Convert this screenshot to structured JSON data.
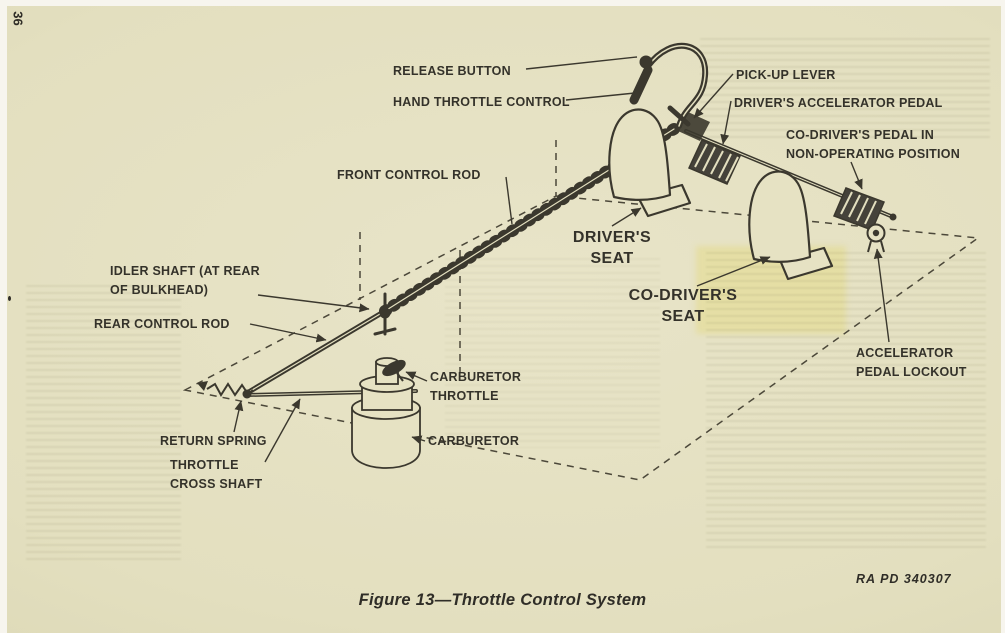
{
  "page": {
    "number": "36",
    "plate": "RA PD 340307",
    "caption": "Figure 13—Throttle Control System"
  },
  "labels": {
    "release_button": "RELEASE BUTTON",
    "hand_throttle_control": "HAND THROTTLE CONTROL",
    "pick_up_lever": "PICK-UP LEVER",
    "drivers_accelerator_pedal": "DRIVER'S ACCELERATOR PEDAL",
    "co_drivers_pedal": "CO-DRIVER'S PEDAL IN\nNON-OPERATING POSITION",
    "front_control_rod": "FRONT CONTROL ROD",
    "drivers_seat": "DRIVER'S\nSEAT",
    "co_drivers_seat": "CO-DRIVER'S\nSEAT",
    "idler_shaft": "IDLER SHAFT (AT REAR\nOF BULKHEAD)",
    "rear_control_rod": "REAR CONTROL ROD",
    "carburetor_throttle": "CARBURETOR\nTHROTTLE",
    "carburetor": "CARBURETOR",
    "return_spring": "RETURN SPRING",
    "throttle_cross_shaft": "THROTTLE\nCROSS SHAFT",
    "accelerator_pedal_lockout": "ACCELERATOR\nPEDAL LOCKOUT"
  },
  "colors": {
    "paper": "#e3dfbf",
    "ink": "#3b382e",
    "bleed_highlight": "#e2d454"
  }
}
